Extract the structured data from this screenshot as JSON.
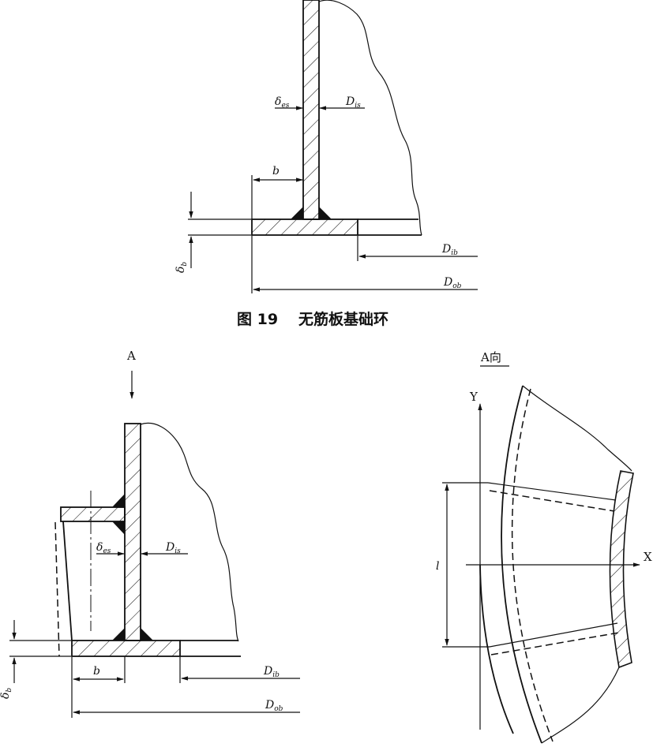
{
  "figure19": {
    "caption_number": "图 19",
    "caption_title": "无筋板基础环",
    "labels": {
      "delta_es": "δ",
      "delta_es_sub": "es",
      "d_is": "D",
      "d_is_sub": "is",
      "b": "b",
      "d_ib": "D",
      "d_ib_sub": "ib",
      "d_ob": "D",
      "d_ob_sub": "ob",
      "delta_b": "δ",
      "delta_b_sub": "b"
    }
  },
  "figure20": {
    "view_arrow_label": "A",
    "labels": {
      "delta_es": "δ",
      "delta_es_sub": "es",
      "d_is": "D",
      "d_is_sub": "is",
      "b": "b",
      "d_ib": "D",
      "d_ib_sub": "ib",
      "d_ob": "D",
      "d_ob_sub": "ob",
      "delta_b": "δ",
      "delta_b_sub": "b"
    }
  },
  "view_a": {
    "title": "A向",
    "axis_y": "Y",
    "axis_x": "X",
    "dim_l": "l"
  },
  "colors": {
    "ink": "#111111",
    "paper": "#ffffff"
  }
}
